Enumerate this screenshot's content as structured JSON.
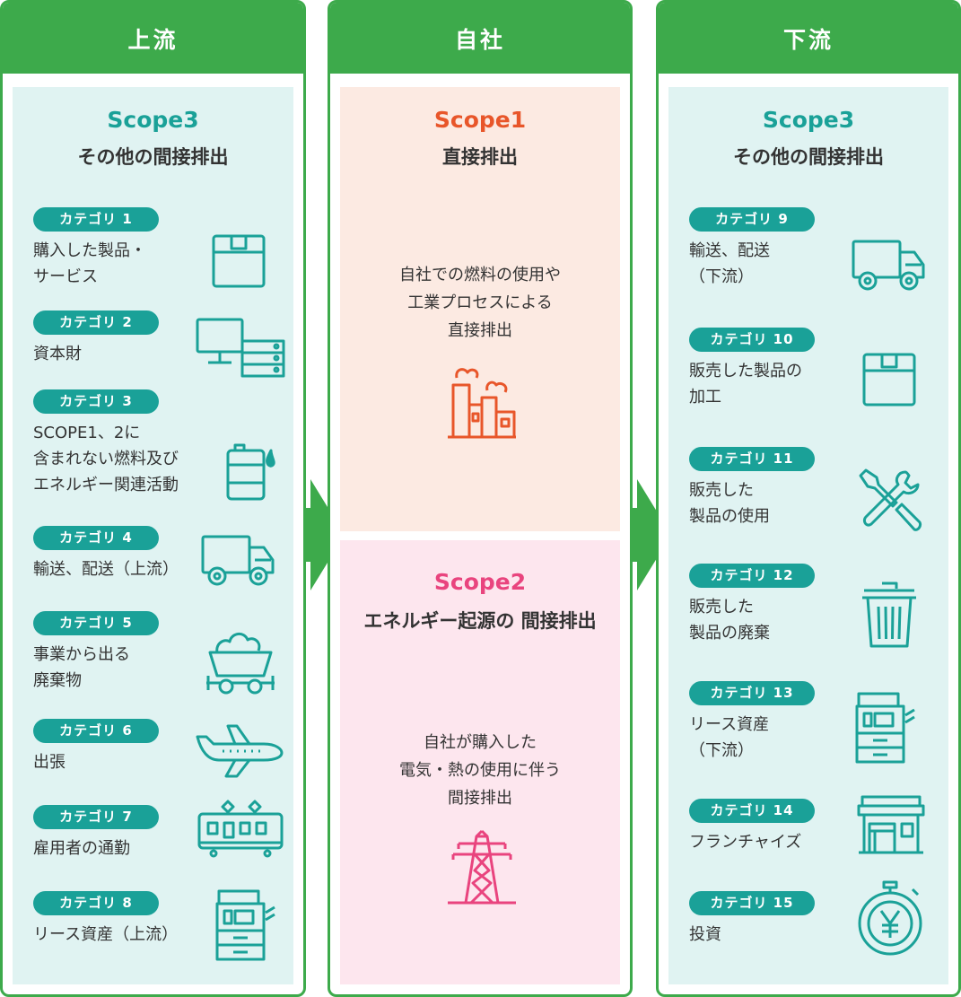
{
  "upstream": {
    "header": "上流",
    "scope_title": "Scope3",
    "scope_subtitle": "その他の間接排出",
    "categories": [
      {
        "badge": "カテゴリ 1",
        "label": "購入した製品・\nサービス",
        "icon": "box-icon"
      },
      {
        "badge": "カテゴリ 2",
        "label": "資本財",
        "icon": "computer-server-icon"
      },
      {
        "badge": "カテゴリ 3",
        "label": "SCOPE1、2に\n含まれない燃料及び\nエネルギー関連活動",
        "icon": "fuel-drum-icon"
      },
      {
        "badge": "カテゴリ 4",
        "label": "輸送、配送（上流）",
        "icon": "truck-icon"
      },
      {
        "badge": "カテゴリ 5",
        "label": "事業から出る\n廃棄物",
        "icon": "waste-cart-icon"
      },
      {
        "badge": "カテゴリ 6",
        "label": "出張",
        "icon": "airplane-icon"
      },
      {
        "badge": "カテゴリ 7",
        "label": "雇用者の通勤",
        "icon": "train-icon"
      },
      {
        "badge": "カテゴリ 8",
        "label": "リース資産（上流）",
        "icon": "copier-icon"
      }
    ]
  },
  "self": {
    "header": "自社",
    "scope1": {
      "title": "Scope1",
      "subtitle": "直接排出",
      "description": "自社での燃料の使用や\n工業プロセスによる\n直接排出",
      "icon": "factory-icon"
    },
    "scope2": {
      "title": "Scope2",
      "subtitle": "エネルギー起源の\n間接排出",
      "description": "自社が購入した\n電気・熱の使用に伴う\n間接排出",
      "icon": "power-tower-icon"
    }
  },
  "downstream": {
    "header": "下流",
    "scope_title": "Scope3",
    "scope_subtitle": "その他の間接排出",
    "categories": [
      {
        "badge": "カテゴリ 9",
        "label": "輸送、配送\n（下流）",
        "icon": "truck-icon"
      },
      {
        "badge": "カテゴリ 10",
        "label": "販売した製品の\n加工",
        "icon": "box-icon"
      },
      {
        "badge": "カテゴリ 11",
        "label": "販売した\n製品の使用",
        "icon": "tools-icon"
      },
      {
        "badge": "カテゴリ 12",
        "label": "販売した\n製品の廃棄",
        "icon": "trash-can-icon"
      },
      {
        "badge": "カテゴリ 13",
        "label": "リース資産\n（下流）",
        "icon": "copier-icon"
      },
      {
        "badge": "カテゴリ 14",
        "label": "フランチャイズ",
        "icon": "store-icon"
      },
      {
        "badge": "カテゴリ 15",
        "label": "投資",
        "icon": "yen-stopwatch-icon"
      }
    ]
  },
  "colors": {
    "green": "#3daa4b",
    "teal": "#1aa198",
    "orange": "#e8562a",
    "pink": "#e9447e",
    "mint_panel": "#e0f3f2",
    "scope1_panel": "#fceae2",
    "scope2_panel": "#fde6ee"
  }
}
